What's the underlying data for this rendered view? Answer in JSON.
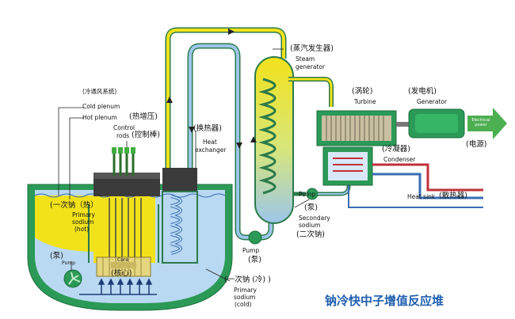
{
  "title": "钠冷快中子增值反应堆",
  "labels": {
    "cold_plenum_cn": "(冷通风系统)",
    "cold_plenum_en": "Cold plenum",
    "hot_plenum_en": "Hot plenum",
    "hot_plenum_cn": "(热增压)",
    "control_rods_en_1": "Control",
    "control_rods_en_2": "rods",
    "control_rods_cn": "(控制棒)",
    "heat_exchanger_cn": "(换热器)",
    "heat_exchanger_en_1": "Heat",
    "heat_exchanger_en_2": "exchanger",
    "primary_hot_cn": "(一次钠（热）",
    "primary_hot_en_1": "Primary",
    "primary_hot_en_2": "sodium",
    "primary_hot_en_3": "(hot)",
    "pump_left_cn": "(泵)",
    "pump_left_en": "Pump",
    "core_en": "Core",
    "core_cn": "(核心)",
    "primary_cold_cn": "(一次钠 (冷) )",
    "primary_cold_en_1": "Primary",
    "primary_cold_en_2": "sodium",
    "primary_cold_en_3": "(cold)",
    "pump_mid_en": "Pump",
    "pump_mid_cn": "(泵)",
    "steam_gen_cn": "(蒸汽发生器)",
    "steam_gen_en_1": "Steam",
    "steam_gen_en_2": "generator",
    "pump_right_en": "Pump",
    "pump_right_cn": "(泵)",
    "secondary_en_1": "Secondary",
    "secondary_en_2": "sodium",
    "secondary_cn": "(二次钠)",
    "turbine_cn": "(涡轮)",
    "turbine_en": "Turbine",
    "generator_cn": "(发电机)",
    "generator_en": "Generator",
    "power_en_1": "Electrical",
    "power_en_2": "power",
    "power_cn": "(电源)",
    "condenser_cn": "(冷凝器)",
    "condenser_en": "Condenser",
    "heat_sink_en": "Heat sink",
    "heat_sink_cn": "(散热器)"
  },
  "colors": {
    "hot_sodium": "#f2e21a",
    "cold_sodium": "#b9d9f2",
    "vessel_green": "#2b9a57",
    "pipe_blue": "#3a6db3",
    "heat_sink_red": "#c0303a",
    "title_blue": "#1f5fb0"
  }
}
